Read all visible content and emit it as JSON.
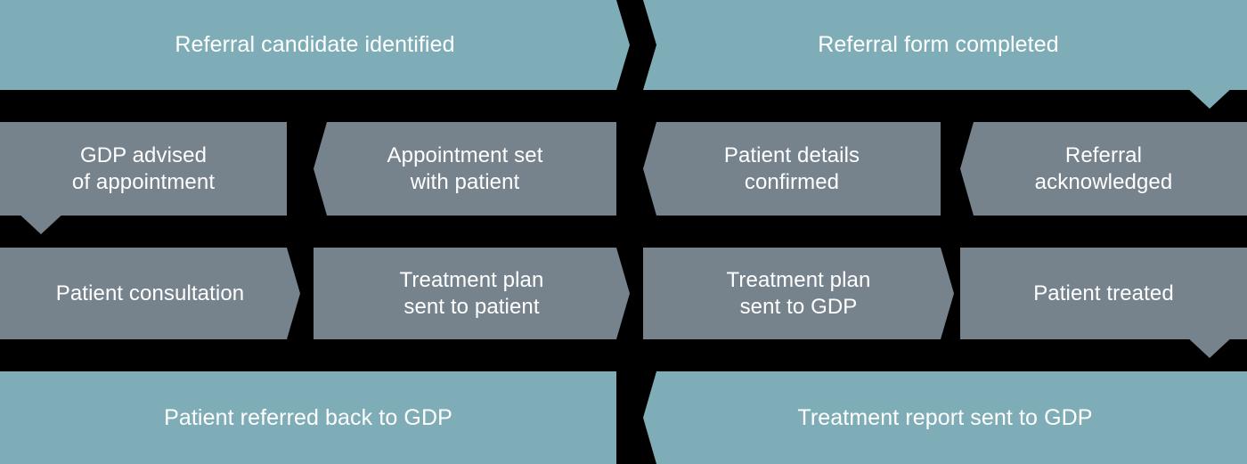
{
  "diagram": {
    "title": "Dental referral pathway flowchart",
    "colors": {
      "teal": "#7fadb7",
      "gray": "#76838d",
      "background": "#000000",
      "text": "#ffffff"
    },
    "rows": [
      {
        "id": "row-1",
        "direction": "left-to-right",
        "color": "teal",
        "nodes": [
          {
            "id": "n1",
            "label": "Referral candidate identified"
          },
          {
            "id": "n2",
            "label": "Referral form completed"
          }
        ]
      },
      {
        "id": "row-2",
        "direction": "right-to-left",
        "color": "gray",
        "nodes": [
          {
            "id": "n3",
            "label": "GDP advised\nof appointment"
          },
          {
            "id": "n4",
            "label": "Appointment set\nwith patient"
          },
          {
            "id": "n5",
            "label": "Patient details\nconfirmed"
          },
          {
            "id": "n6",
            "label": "Referral\nacknowledged"
          }
        ]
      },
      {
        "id": "row-3",
        "direction": "left-to-right",
        "color": "gray",
        "nodes": [
          {
            "id": "n7",
            "label": "Patient consultation"
          },
          {
            "id": "n8",
            "label": "Treatment plan\nsent to patient"
          },
          {
            "id": "n9",
            "label": "Treatment plan\nsent to GDP"
          },
          {
            "id": "n10",
            "label": "Patient treated"
          }
        ]
      },
      {
        "id": "row-4",
        "direction": "right-to-left",
        "color": "teal",
        "nodes": [
          {
            "id": "n11",
            "label": "Patient referred back to GDP"
          },
          {
            "id": "n12",
            "label": "Treatment report sent to GDP"
          }
        ]
      }
    ],
    "connectors": [
      {
        "id": "c1",
        "from": "n2",
        "to": "n6",
        "kind": "down-arrow"
      },
      {
        "id": "c2",
        "from": "n3",
        "to": "n7",
        "kind": "down-arrow"
      },
      {
        "id": "c3",
        "from": "n10",
        "to": "n12",
        "kind": "down-arrow"
      }
    ]
  }
}
